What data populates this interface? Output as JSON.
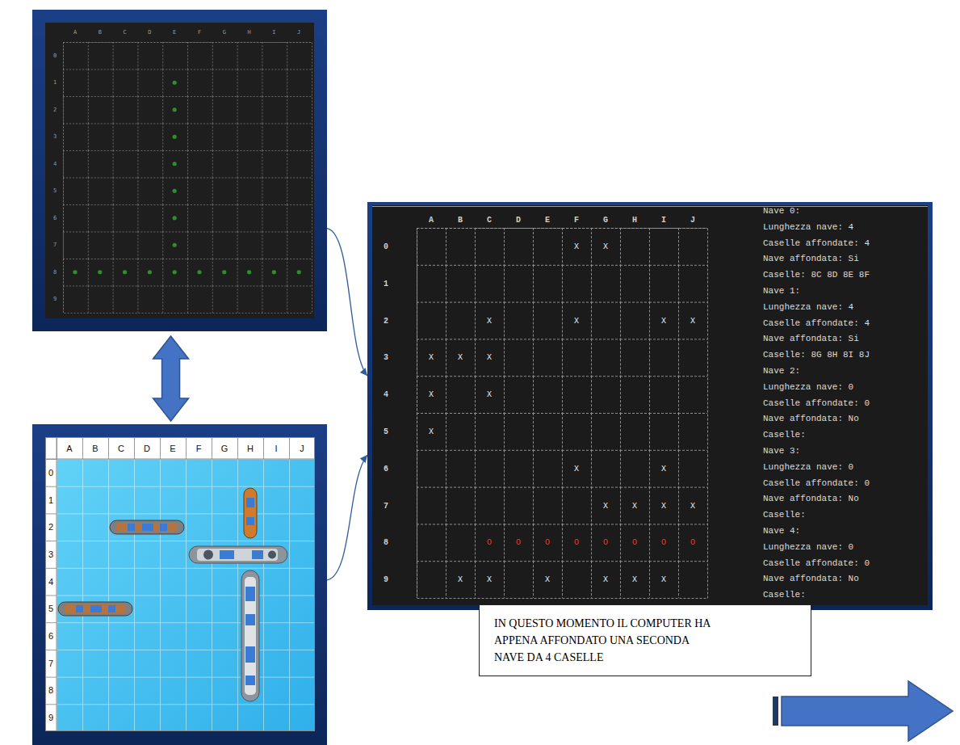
{
  "diagram": {
    "nodes": [
      {
        "text": [
          "A",
          "B",
          "C",
          "D",
          "E",
          "F",
          "G",
          "H",
          "I",
          "J",
          "0",
          "1",
          "2",
          "3",
          "4",
          "5",
          "6",
          "7",
          "8",
          "9"
        ]
      },
      {
        "text": [
          "A",
          "B",
          "C",
          "D",
          "E",
          "F",
          "G",
          "H",
          "I",
          "J",
          "0",
          "1",
          "2",
          "3",
          "4",
          "5",
          "6",
          "7",
          "8",
          "9"
        ]
      },
      {
        "text": [
          "A",
          "B",
          "C",
          "D",
          "E",
          "F",
          "G",
          "H",
          "I",
          "J",
          "0",
          "1",
          "2",
          "3",
          "4",
          "5",
          "6",
          "7",
          "8",
          "9",
          "X",
          "X",
          "X",
          "X",
          "X",
          "X",
          "X",
          "X",
          "X",
          "X",
          "X",
          "X",
          "X",
          "X",
          "X",
          "X",
          "X",
          "X",
          "O",
          "O",
          "O",
          "O",
          "O",
          "O",
          "O",
          "O",
          "X",
          "X",
          "X",
          "X",
          "X",
          "X",
          "Nave 0:",
          "Lunghezza nave: 4",
          "Caselle affondate: 4",
          "Nave affondata: Si",
          "Caselle: 8C 8D 8E 8F",
          "Nave 1:",
          "Lunghezza nave: 4",
          "Caselle affondate: 4",
          "Nave affondata: Si",
          "Caselle: 8G 8H 8I 8J",
          "Nave 2:",
          "Lunghezza nave: 0",
          "Caselle affondate: 0",
          "Nave affondata: No",
          "Caselle:",
          "Nave 3:",
          "Lunghezza nave: 0",
          "Caselle affondate: 0",
          "Nave affondata: No",
          "Caselle:",
          "Nave 4:",
          "Lunghezza nave: 0",
          "Caselle affondate: 0",
          "Nave affondata: No",
          "Caselle:"
        ]
      },
      {
        "text": [
          "IN QUESTO MOMENTO IL COMPUTER HA APPENA AFFONDATO UNA SECONDA NAVE DA 4 CASELLE"
        ]
      }
    ],
    "edges": [
      {
        "from": 0,
        "to": 2,
        "arrow": "to"
      },
      {
        "from": 1,
        "to": 2,
        "arrow": "to"
      },
      {
        "from": 0,
        "to": 1,
        "arrow": "both"
      }
    ]
  }
}
